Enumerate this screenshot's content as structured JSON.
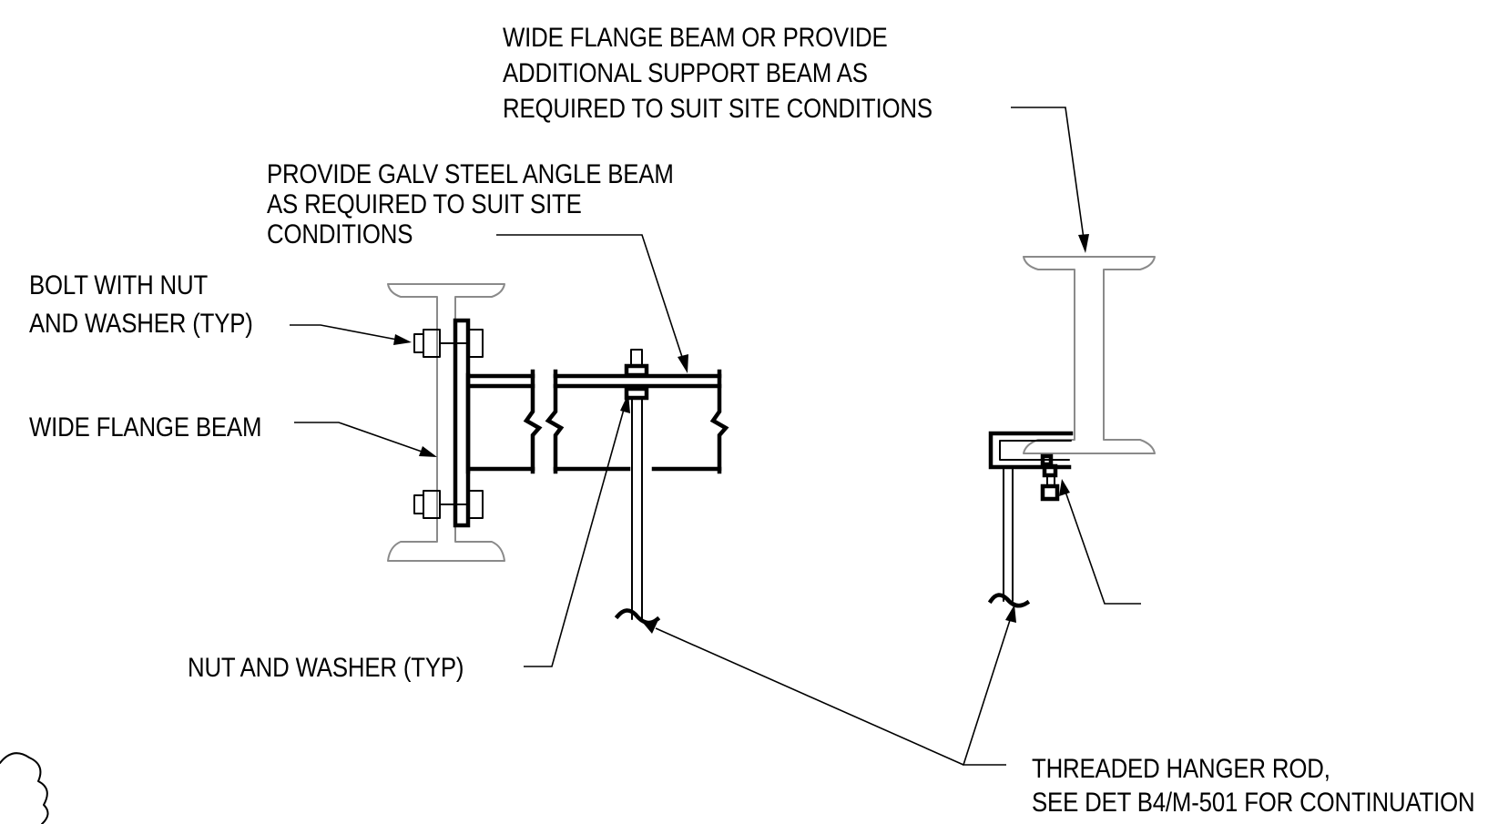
{
  "drawing": {
    "labels": {
      "top_beam_note": [
        "WIDE FLANGE BEAM OR PROVIDE",
        "ADDITIONAL SUPPORT BEAM AS",
        "REQUIRED TO SUIT SITE CONDITIONS"
      ],
      "angle_beam_note": [
        "PROVIDE GALV STEEL ANGLE BEAM",
        "AS REQUIRED TO SUIT SITE",
        "CONDITIONS"
      ],
      "bolt_note": [
        "BOLT WITH NUT",
        "AND WASHER (TYP)"
      ],
      "wide_flange_note": [
        "WIDE FLANGE BEAM"
      ],
      "nut_washer_note": [
        "NUT AND WASHER (TYP)"
      ],
      "hanger_rod_note": [
        "THREADED HANGER ROD,",
        "SEE DET B4/M-501 FOR CONTINUATION"
      ]
    },
    "colors": {
      "line": "#000000",
      "existing_beam": "#8a8a8a",
      "background": "#ffffff"
    }
  }
}
